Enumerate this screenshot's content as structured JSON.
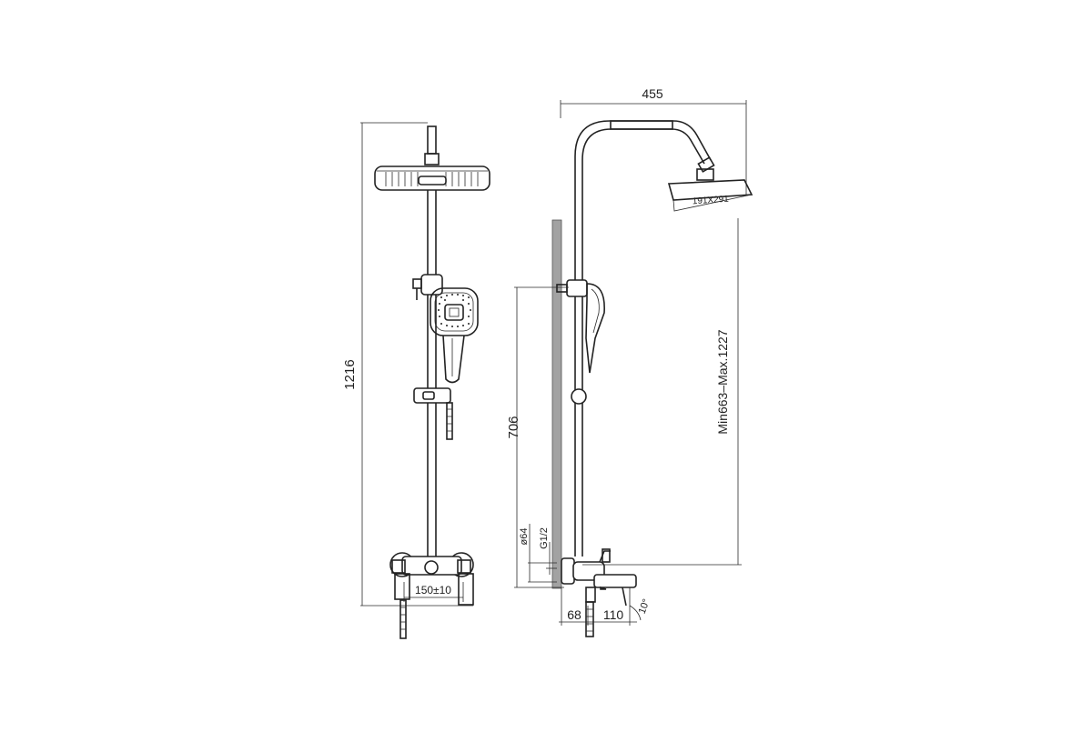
{
  "diagram": {
    "front_view": {
      "overall_height_label": "1216",
      "inlet_spacing_label": "150±10"
    },
    "side_view": {
      "width_label": "455",
      "head_size_label": "191X291",
      "slide_height_label": "706",
      "adjustable_height_label": "Min663–Max.1227",
      "pipe_diameter_label": "ø64",
      "thread_label": "G1/2",
      "spout_offset_label": "68",
      "spout_length_label": "110",
      "spout_angle_label": "10°"
    },
    "colors": {
      "line": "#222222",
      "wall_hatch": "#555555",
      "background": "#ffffff"
    }
  }
}
